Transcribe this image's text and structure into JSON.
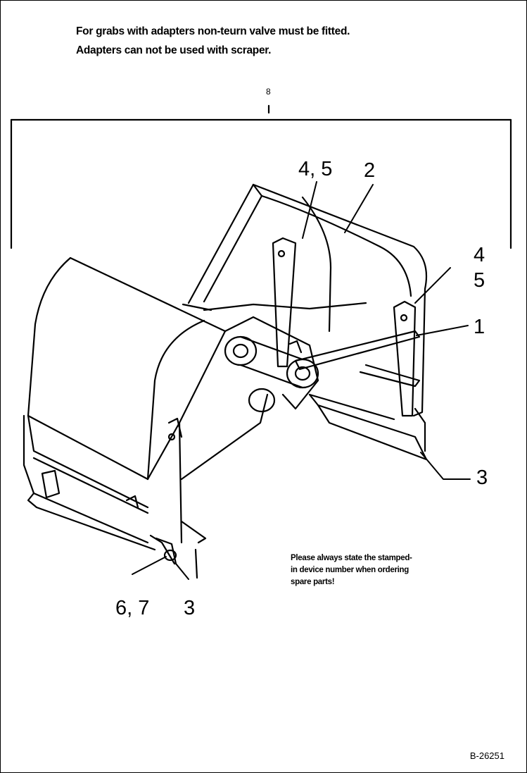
{
  "notes": {
    "line1": "For grabs with adapters non-teurn valve must be fitted.",
    "line2": "Adapters can not be used with scraper."
  },
  "callouts": {
    "dimension": "8",
    "c45_top": "4, 5",
    "c2": "2",
    "c4": "4",
    "c5": "5",
    "c1": "1",
    "c3_right": "3",
    "c67": "6, 7",
    "c3_bottom": "3"
  },
  "order_note": {
    "line1": "Please always state the stamped-",
    "line2": "in device number when ordering",
    "line3": "spare parts!"
  },
  "figure_ref": "B-26251"
}
